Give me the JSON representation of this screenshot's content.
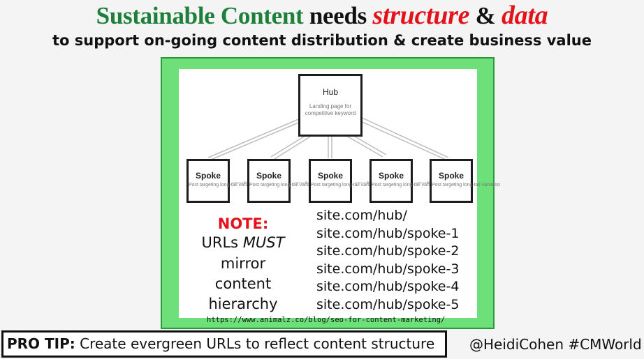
{
  "title": {
    "part1": "Sustainable Content",
    "part2": "needs",
    "part3": "structure",
    "part4": "&",
    "part5": "data"
  },
  "subtitle": "to support on-going content distribution & create business value",
  "diagram": {
    "hub": {
      "label": "Hub",
      "sub": "Landing page for competitive keyword"
    },
    "spokes": [
      {
        "label": "Spoke",
        "sub": "Post targeting long-tail variation"
      },
      {
        "label": "Spoke",
        "sub": "Post targeting long-tail variation"
      },
      {
        "label": "Spoke",
        "sub": "Post targeting long-tail variation"
      },
      {
        "label": "Spoke",
        "sub": "Post targeting long-tail variation"
      },
      {
        "label": "Spoke",
        "sub": "Post targeting long-tail variation"
      }
    ]
  },
  "note": {
    "heading": "NOTE:",
    "line1_prefix": "URLs",
    "line1_emph": "MUST",
    "line2": "mirror",
    "line3": "content",
    "line4": "hierarchy"
  },
  "urls": [
    "site.com/hub/",
    "site.com/hub/spoke-1",
    "site.com/hub/spoke-2",
    "site.com/hub/spoke-3",
    "site.com/hub/spoke-4",
    "site.com/hub/spoke-5"
  ],
  "source": "https://www.animalz.co/blog/seo-for-content-marketing/",
  "protip": {
    "label": "PRO TIP:",
    "text": "Create evergreen URLs to reflect content structure"
  },
  "handle": "@HeidiCohen #CMWorld",
  "colors": {
    "title_green": "#1e7f3a",
    "title_red": "#e3121b",
    "frame_green": "#6ee07a",
    "note_red": "#e3121b"
  }
}
